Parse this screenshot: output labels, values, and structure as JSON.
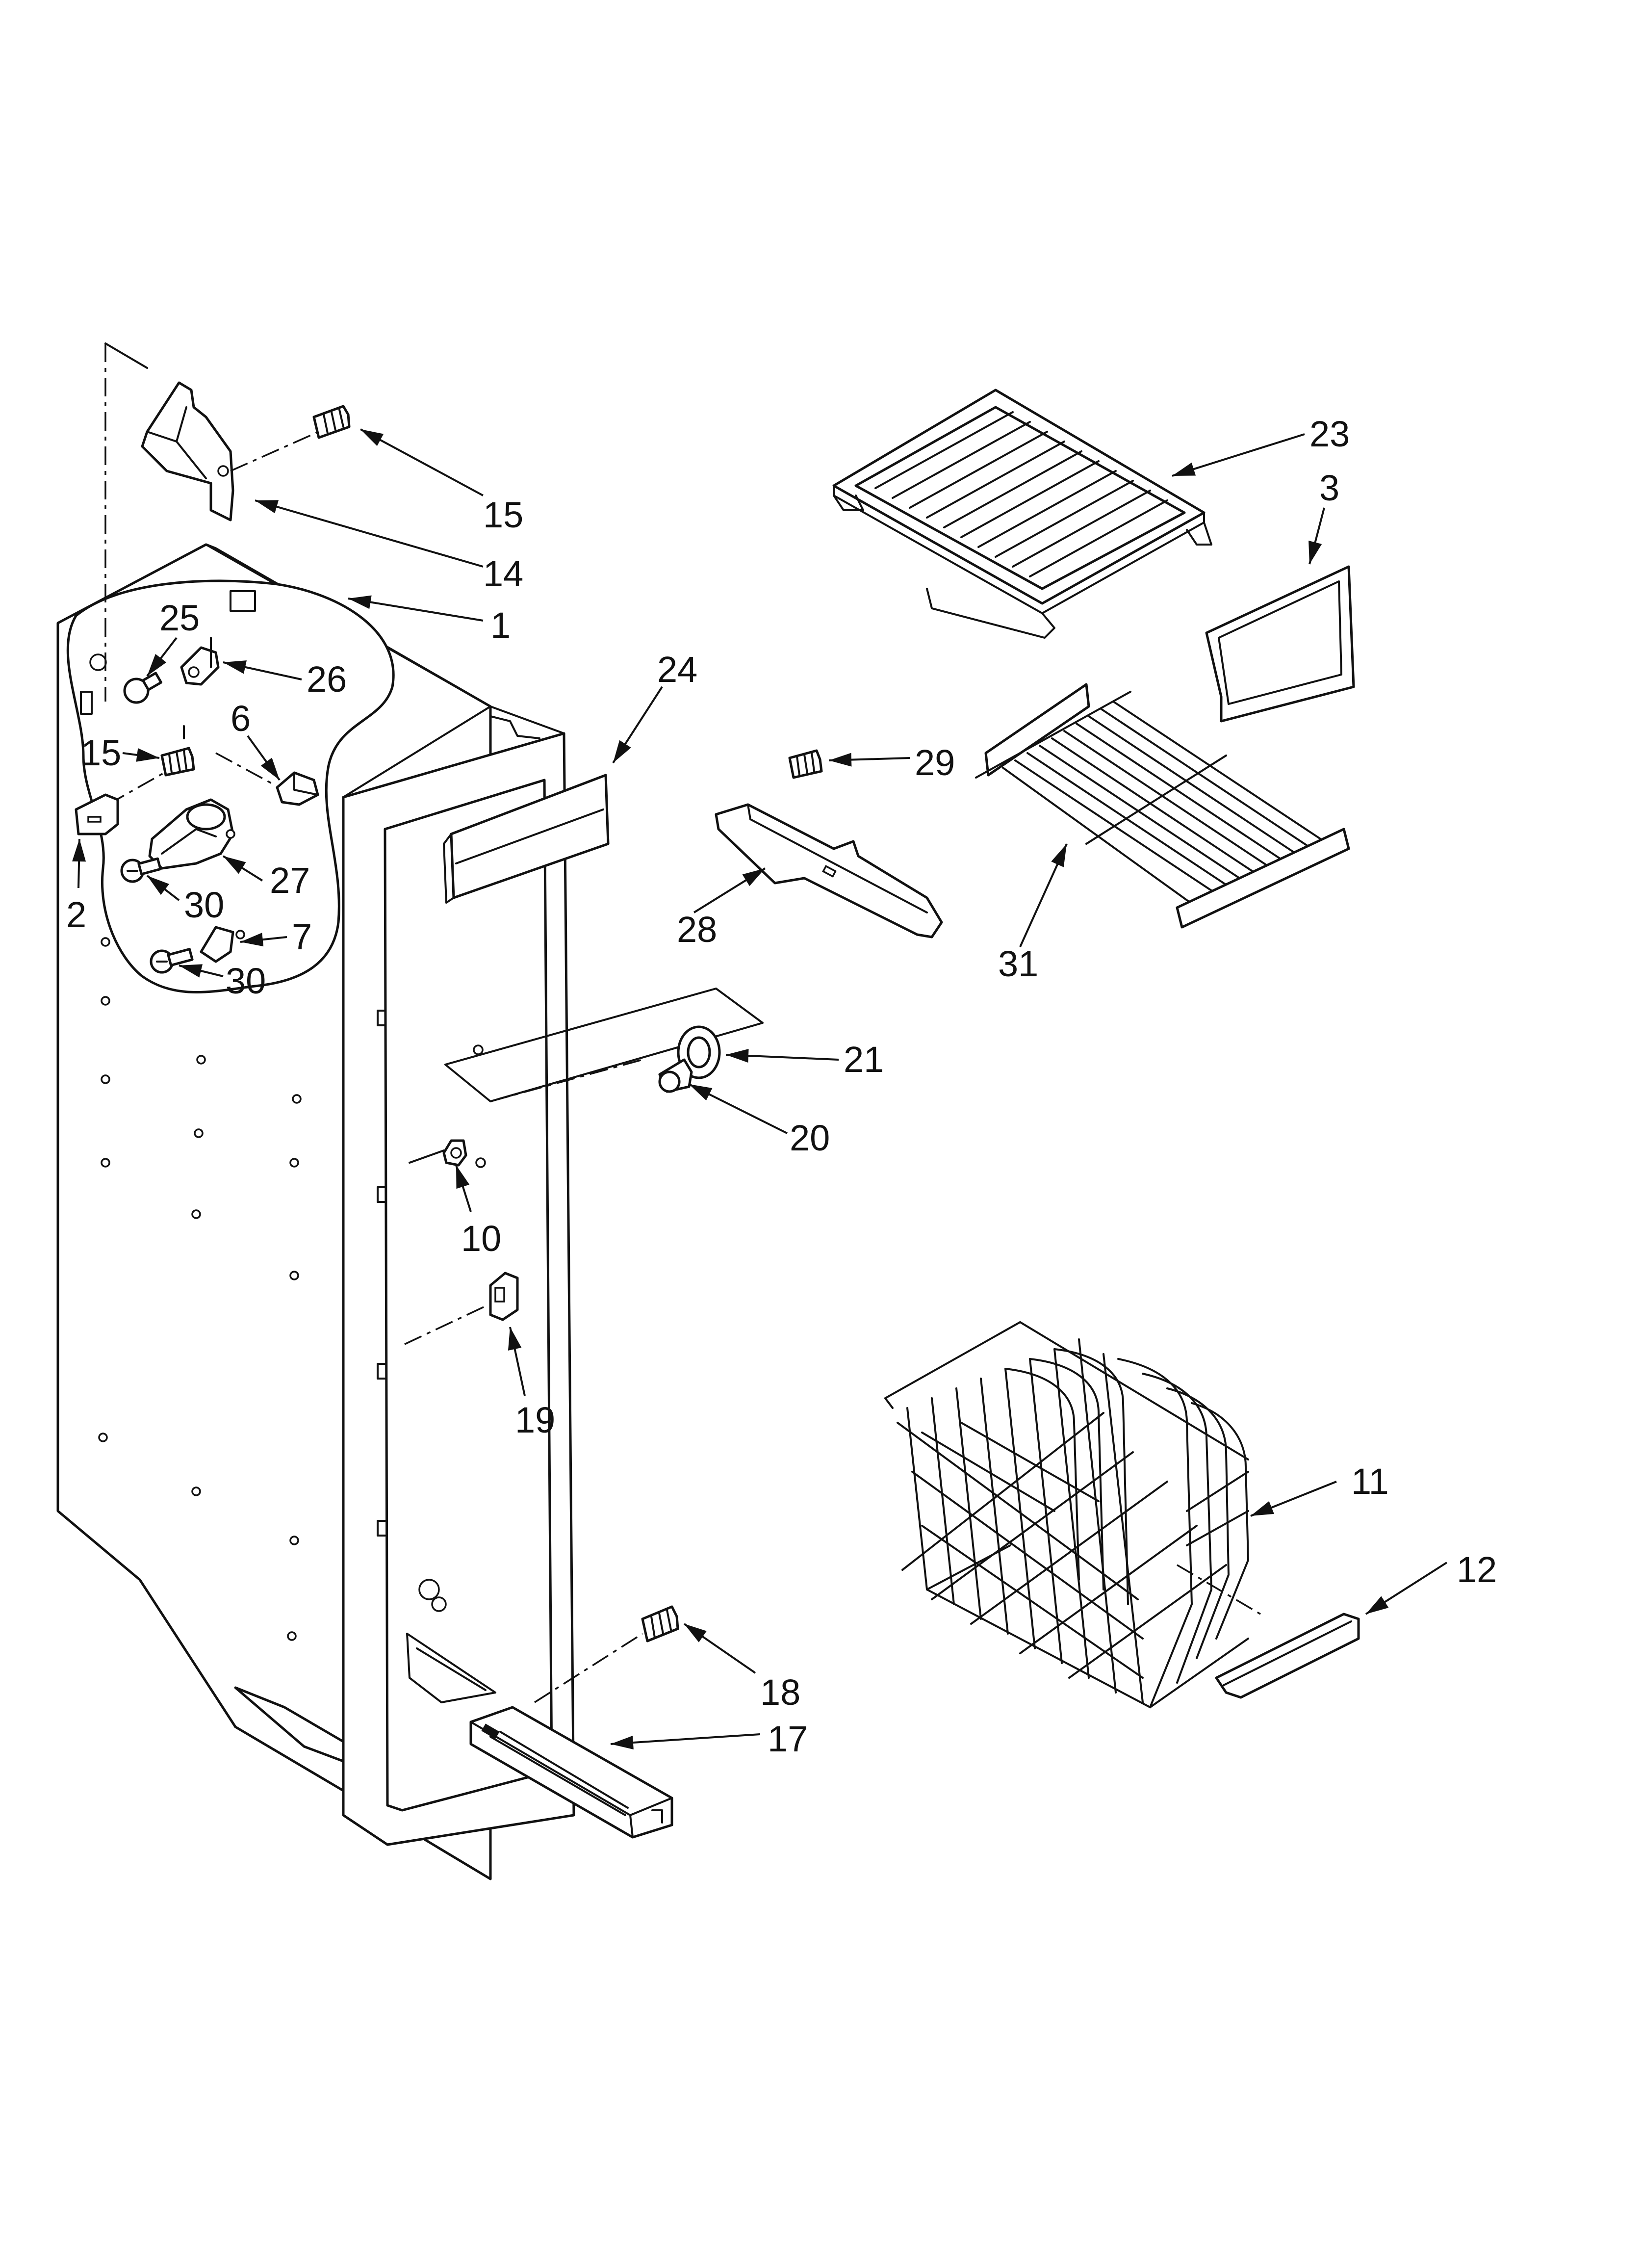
{
  "callouts": [
    {
      "id": "c15a",
      "text": "15"
    },
    {
      "id": "c14",
      "text": "14"
    },
    {
      "id": "c1",
      "text": "1"
    },
    {
      "id": "c25",
      "text": "25"
    },
    {
      "id": "c26",
      "text": "26"
    },
    {
      "id": "c6",
      "text": "6"
    },
    {
      "id": "c15b",
      "text": "15"
    },
    {
      "id": "c2",
      "text": "2"
    },
    {
      "id": "c27",
      "text": "27"
    },
    {
      "id": "c30a",
      "text": "30"
    },
    {
      "id": "c7",
      "text": "7"
    },
    {
      "id": "c30b",
      "text": "30"
    },
    {
      "id": "c24",
      "text": "24"
    },
    {
      "id": "c23",
      "text": "23"
    },
    {
      "id": "c3",
      "text": "3"
    },
    {
      "id": "c29",
      "text": "29"
    },
    {
      "id": "c28",
      "text": "28"
    },
    {
      "id": "c31",
      "text": "31"
    },
    {
      "id": "c21",
      "text": "21"
    },
    {
      "id": "c20",
      "text": "20"
    },
    {
      "id": "c10",
      "text": "10"
    },
    {
      "id": "c19",
      "text": "19"
    },
    {
      "id": "c11",
      "text": "11"
    },
    {
      "id": "c12",
      "text": "12"
    },
    {
      "id": "c18",
      "text": "18"
    },
    {
      "id": "c17",
      "text": "17"
    }
  ]
}
